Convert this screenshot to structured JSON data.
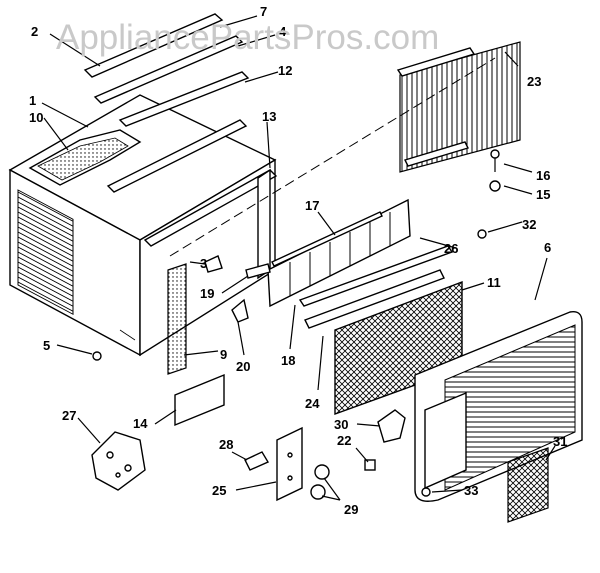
{
  "watermark": "AppliancePartsPros.com",
  "callouts": [
    "1",
    "2",
    "3",
    "4",
    "5",
    "6",
    "7",
    "9",
    "10",
    "11",
    "12",
    "13",
    "14",
    "15",
    "16",
    "17",
    "18",
    "19",
    "20",
    "22",
    "23",
    "24",
    "25",
    "26",
    "27",
    "28",
    "29",
    "30",
    "31",
    "32",
    "33"
  ]
}
